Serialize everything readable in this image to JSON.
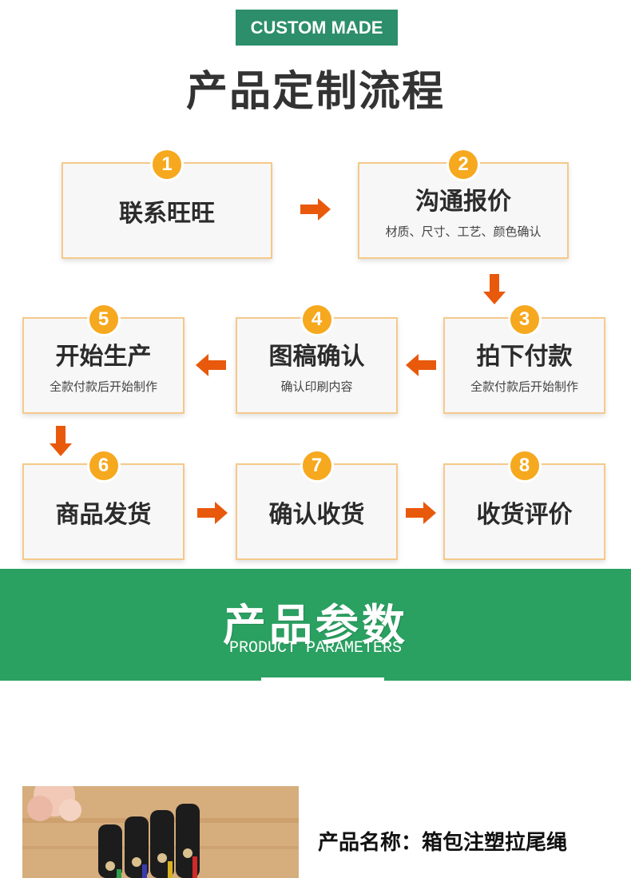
{
  "header": {
    "badge": "CUSTOM MADE",
    "title": "产品定制流程"
  },
  "steps": [
    {
      "num": "1",
      "title": "联系旺旺",
      "sub": ""
    },
    {
      "num": "2",
      "title": "沟通报价",
      "sub": "材质、尺寸、工艺、颜色确认"
    },
    {
      "num": "3",
      "title": "拍下付款",
      "sub": "全款付款后开始制作"
    },
    {
      "num": "4",
      "title": "图稿确认",
      "sub": "确认印刷内容"
    },
    {
      "num": "5",
      "title": "开始生产",
      "sub": "全款付款后开始制作"
    },
    {
      "num": "6",
      "title": "商品发货",
      "sub": ""
    },
    {
      "num": "7",
      "title": "确认收货",
      "sub": ""
    },
    {
      "num": "8",
      "title": "收货评价",
      "sub": ""
    }
  ],
  "arrow_color": "#e8590c",
  "accent_orange": "#f6a81e",
  "banner": {
    "title": "产品参数",
    "subtitle": "PRODUCT PARAMETERS",
    "color": "#2aa061"
  },
  "product": {
    "name": "产品名称：箱包注塑拉尾绳"
  }
}
